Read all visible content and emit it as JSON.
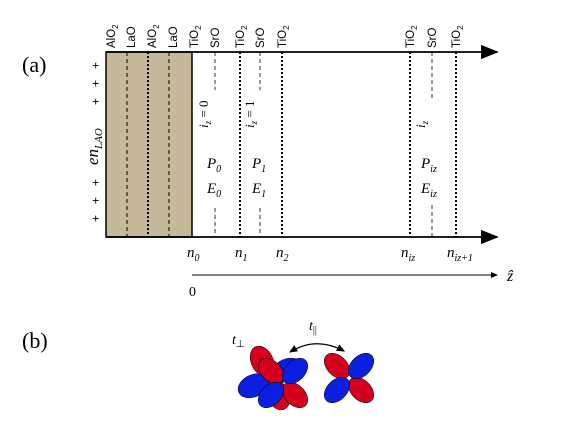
{
  "panel_a": {
    "label": "(a)",
    "top_layers": [
      "AlO",
      "LaO",
      "AlO",
      "LaO",
      "TiO",
      "SrO",
      "TiO",
      "SrO",
      "TiO",
      "TiO",
      "SrO",
      "TiO"
    ],
    "left_charge": "en",
    "left_charge_sub": "LAO",
    "plus_sign": "+",
    "index_labels": [
      {
        "main": "i",
        "sub": "z",
        "rest": " = 0"
      },
      {
        "main": "i",
        "sub": "z",
        "rest": " = 1"
      },
      {
        "main": "i",
        "sub": "z",
        "rest": ""
      }
    ],
    "polarization": [
      {
        "P": "P",
        "P_sub": "0",
        "E": "E",
        "E_sub": "0"
      },
      {
        "P": "P",
        "P_sub": "1",
        "E": "E",
        "E_sub": "1"
      },
      {
        "P": "P",
        "P_sub": "iz",
        "E": "E",
        "E_sub": "iz"
      }
    ],
    "n_labels": [
      {
        "main": "n",
        "sub": "0"
      },
      {
        "main": "n",
        "sub": "1"
      },
      {
        "main": "n",
        "sub": "2"
      },
      {
        "main": "n",
        "sub": "iz"
      },
      {
        "main": "n",
        "sub": "iz+1"
      }
    ],
    "zero_label": "0",
    "z_axis_label": "ẑ"
  },
  "panel_b": {
    "label": "(b)",
    "t_perp": "t",
    "t_perp_sub": "⊥",
    "t_par": "t",
    "t_par_sub": "||"
  },
  "colors": {
    "lao": "#c6b99a",
    "orbital_red": "#d4001e",
    "orbital_blue": "#0a1fe0"
  }
}
